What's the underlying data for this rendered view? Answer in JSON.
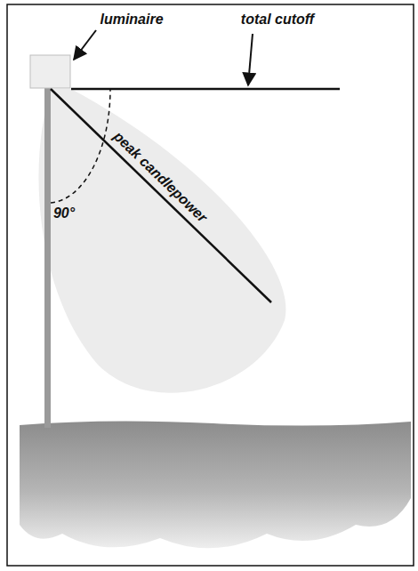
{
  "diagram": {
    "labels": [
      "luminaire",
      "total cutoff",
      "peak candlepower",
      "90°"
    ]
  }
}
